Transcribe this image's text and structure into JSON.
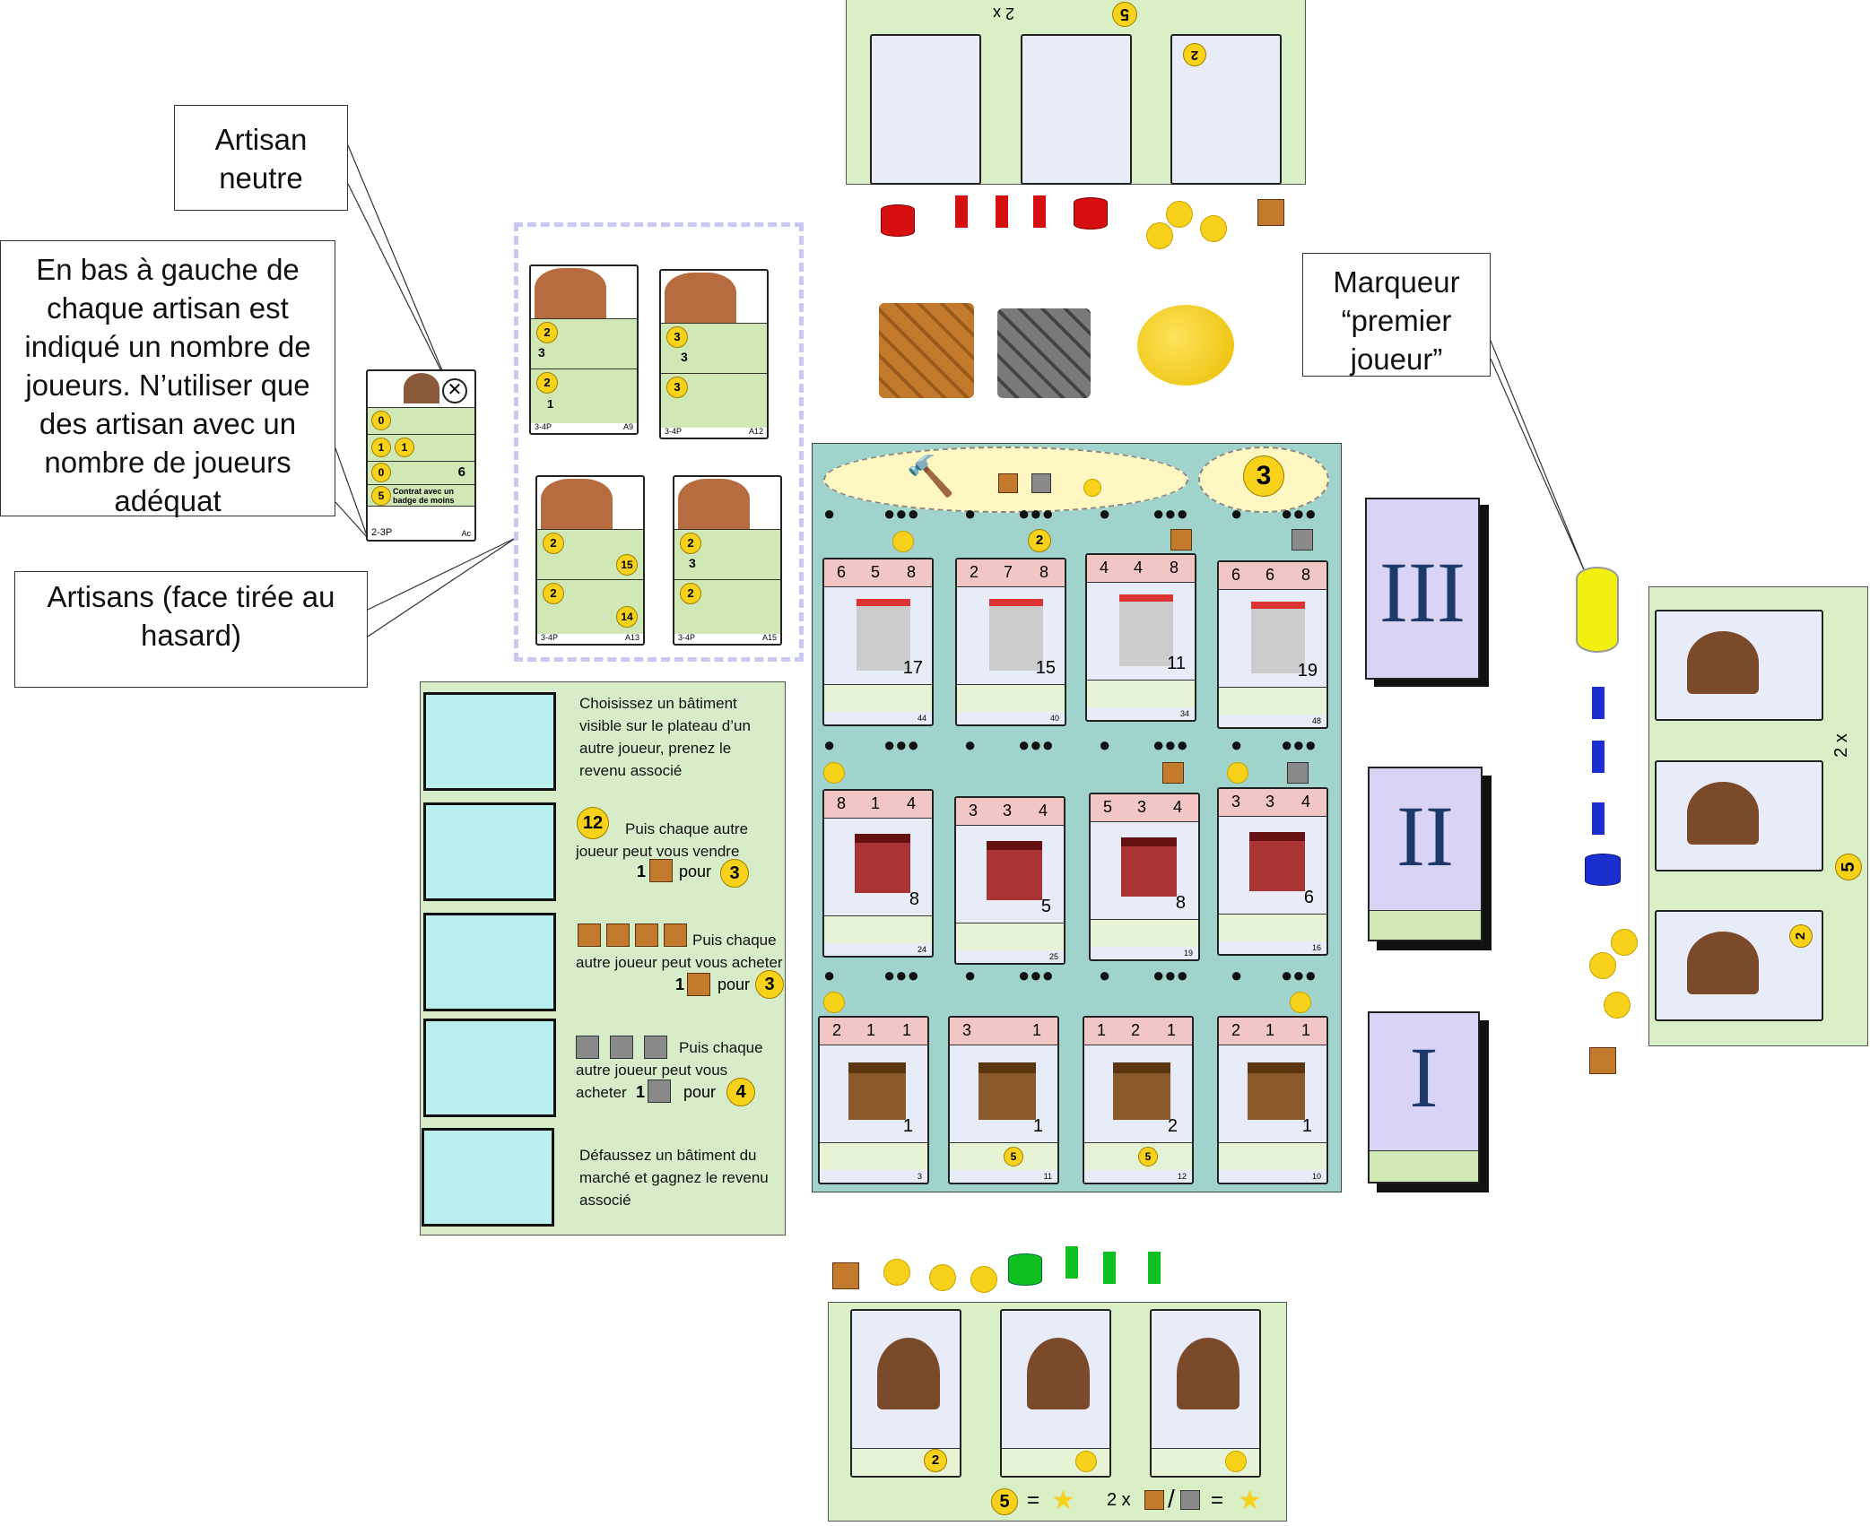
{
  "callouts": {
    "neutral_artisan": "Artisan\nneutre",
    "players_note": "En bas à gauche de chaque artisan est indiqué un nombre de joueurs. N’utiliser que des artisan avec un nombre de joueurs adéquat",
    "random_artisans": "Artisans (face tirée au hasard)",
    "first_player": "Marqueur “premier joueur”"
  },
  "neutral_card": {
    "rows": [
      "0",
      "1",
      "0",
      "5"
    ],
    "row2_second": "1",
    "row3_value": "6",
    "contract_text": "Contrat avec un badge de moins",
    "players": "2-3P",
    "code": "Ac"
  },
  "artisans": [
    {
      "top": "2",
      "cost": "3",
      "bottom": "2",
      "cost2": "1",
      "players": "3-4P",
      "code": "A9"
    },
    {
      "top": "3",
      "cost": "3",
      "bottom": "3",
      "players": "3-4P",
      "code": "A12"
    },
    {
      "top": "2",
      "value": "15",
      "bottom": "2",
      "value2": "14",
      "players": "3-4P",
      "code": "A13"
    },
    {
      "top": "2",
      "cost": "3",
      "bottom": "2",
      "players": "3-4P",
      "code": "A15"
    }
  ],
  "market": {
    "top_number": "3",
    "row3": [
      {
        "costs": [
          "6",
          "5",
          "8"
        ],
        "vp": "17",
        "id": "44"
      },
      {
        "costs": [
          "2",
          "7",
          "8"
        ],
        "vp": "15",
        "id": "40"
      },
      {
        "costs": [
          "4",
          "4",
          "8"
        ],
        "vp": "11",
        "id": "34"
      },
      {
        "costs": [
          "6",
          "6",
          "8"
        ],
        "vp": "19",
        "id": "48"
      }
    ],
    "row2": [
      {
        "costs": [
          "8",
          "1",
          "4"
        ],
        "vp": "8",
        "id": "24"
      },
      {
        "costs": [
          "3",
          "3",
          "4"
        ],
        "vp": "5",
        "id": "25"
      },
      {
        "costs": [
          "5",
          "3",
          "4"
        ],
        "vp": "8",
        "id": "19"
      },
      {
        "costs": [
          "3",
          "3",
          "4"
        ],
        "vp": "6",
        "id": "16"
      }
    ],
    "row1": [
      {
        "costs": [
          "2",
          "1",
          "1"
        ],
        "vp": "1",
        "id": "3"
      },
      {
        "costs": [
          "3",
          "",
          "1"
        ],
        "vp": "1",
        "id": "11",
        "income": "5"
      },
      {
        "costs": [
          "1",
          "2",
          "1"
        ],
        "vp": "2",
        "id": "12",
        "income": "5"
      },
      {
        "costs": [
          "2",
          "1",
          "1"
        ],
        "vp": "1",
        "id": "10"
      }
    ],
    "income_top_value": "2"
  },
  "decks": [
    "III",
    "II",
    "I"
  ],
  "contracts": [
    {
      "text": "Choisissez un bâtiment visible sur le plateau d’un autre joueur, prenez le revenu associé"
    },
    {
      "num": "12",
      "text": "Puis chaque autre joueur peut vous vendre",
      "qty": "1",
      "pour": "pour",
      "price": "3"
    },
    {
      "text": "Puis chaque autre joueur peut vous acheter",
      "qty": "1",
      "pour": "pour",
      "price": "3"
    },
    {
      "text": "Puis chaque autre joueur peut vous acheter",
      "qty": "1",
      "pour": "pour",
      "price": "4"
    },
    {
      "text": "Défaussez un bâtiment du marché et gagnez le revenu associé"
    }
  ],
  "player_boards": {
    "bottom": {
      "first_income": "2",
      "score_num": "5",
      "equals": "=",
      "times": "2 x",
      "slash": "/"
    },
    "top": {
      "first_income": "2",
      "score_num": "5",
      "times": "2 x"
    },
    "right": {
      "first_income": "2",
      "score_num": "5",
      "times": "2 x"
    }
  },
  "colors": {
    "mint": "#c7e9cf",
    "board_teal": "#9fd3cc",
    "deck": "#d9d4f5",
    "coin": "#f7d11a",
    "red": "#d61010",
    "blue": "#1b2fd0",
    "green": "#10c020",
    "yellow": "#f2ee10"
  }
}
